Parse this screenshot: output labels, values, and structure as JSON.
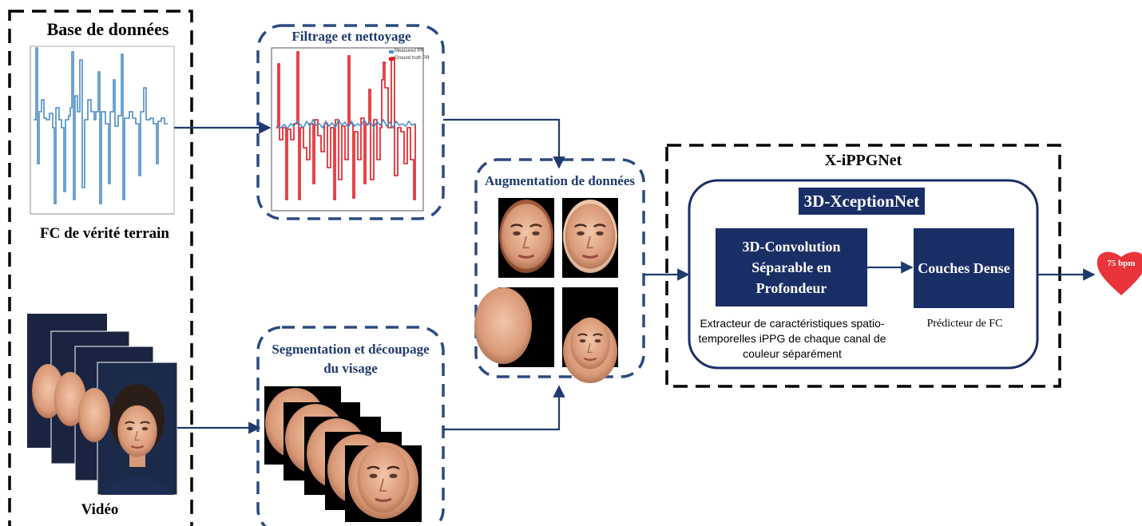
{
  "database": {
    "title": "Base de données",
    "ground_truth_caption": "FC de vérité terrain",
    "video_caption": "Vidéo"
  },
  "filtering": {
    "title": "Filtrage et nettoyage",
    "legend": [
      "Measured PR",
      "Ground truth PR"
    ],
    "colors": {
      "measured": "#4a90c8",
      "ground_truth": "#e0161d"
    }
  },
  "segmentation": {
    "title_line1": "Segmentation et découpage",
    "title_line2": "du visage"
  },
  "augmentation": {
    "title": "Augmentation de données"
  },
  "model": {
    "title": "X-iPPGNet",
    "backbone": "3D-XceptionNet",
    "conv_block": [
      "3D-Convolution",
      "Séparable en",
      "Profondeur"
    ],
    "conv_caption": [
      "Extracteur de caractéristiques spatio-",
      "temporelles iPPG de chaque canal de",
      "couleur séparément"
    ],
    "dense_block": "Couches Dense",
    "dense_caption": "Prédicteur de FC"
  },
  "output": {
    "bpm": "75 bpm",
    "heart_color": "#e8343a"
  },
  "colors": {
    "navy": "#1a2e66",
    "dash_blue": "#2c4a80",
    "arrow": "#1f3a6e"
  }
}
